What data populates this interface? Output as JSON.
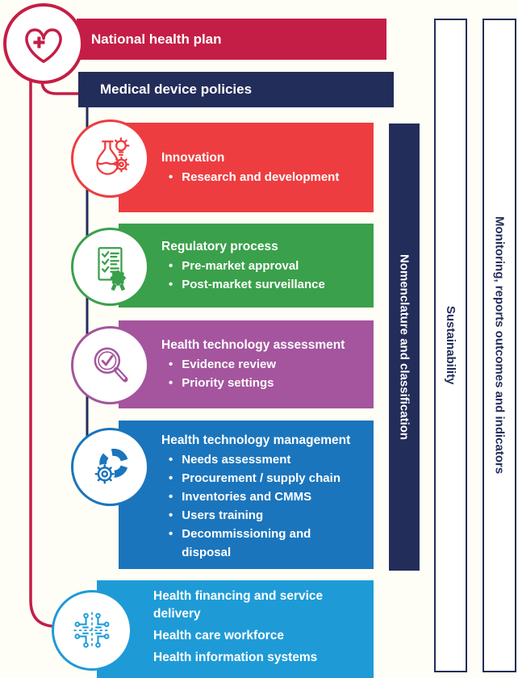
{
  "header": {
    "national_health_plan": "National health plan",
    "medical_device_policies": "Medical device policies"
  },
  "boxes": [
    {
      "title": "Innovation",
      "bullets": [
        "Research and development"
      ]
    },
    {
      "title": "Regulatory process",
      "bullets": [
        "Pre-market approval",
        "Post-market surveillance"
      ]
    },
    {
      "title": "Health technology assessment",
      "bullets": [
        "Evidence review",
        "Priority settings"
      ]
    },
    {
      "title": "Health technology management",
      "bullets": [
        "Needs assessment",
        "Procurement / supply chain",
        "Inventories and CMMS",
        "Users training",
        "Decommissioning and disposal"
      ]
    },
    {
      "title": "",
      "lines": [
        "Health financing and service delivery",
        "Health care workforce",
        "Health information systems"
      ]
    }
  ],
  "side_bars": [
    {
      "label": "Nomenclature and classification"
    },
    {
      "label": "Sustainability"
    },
    {
      "label": "Monitoring, reports outcomes and indicators"
    }
  ],
  "icons": {
    "heart": "heart-plus-icon",
    "innovation": "flask-bulb-gear-icon",
    "regulatory": "checklist-seal-icon",
    "hta": "magnifier-check-icon",
    "htm": "segmented-wheel-gear-icon",
    "financing": "circuit-cross-icon"
  },
  "colors": {
    "crimson": "#C41E46",
    "navy": "#232D5A",
    "red": "#EE3D40",
    "green": "#3AA04B",
    "purple": "#A4559E",
    "blue": "#1B75BC",
    "light_blue": "#1E9BD7",
    "background": "#FFFEF6"
  }
}
